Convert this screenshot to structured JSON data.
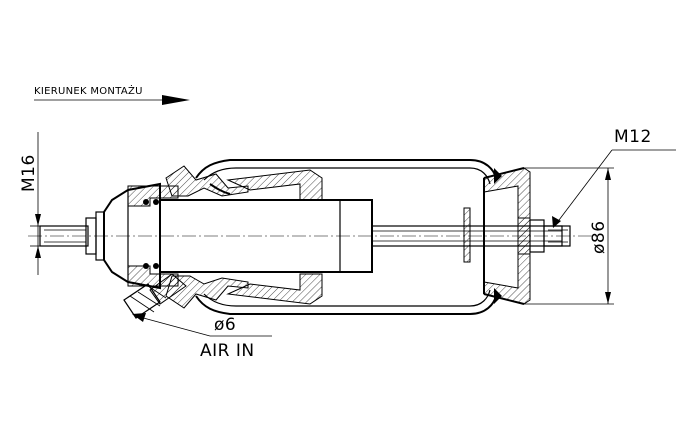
{
  "labels": {
    "direction": "KIERUNEK MONTAŻU",
    "thread_left": "M16",
    "thread_right": "M12",
    "diameter": "ø86",
    "port_size": "ø6",
    "port_label": "AIR IN"
  },
  "colors": {
    "line": "#000000",
    "background": "#ffffff"
  }
}
